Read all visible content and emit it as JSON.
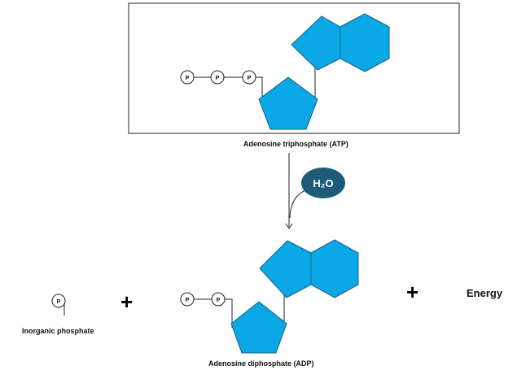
{
  "phosphate_symbol": "P",
  "water": "H₂O",
  "labels": {
    "atp": "Adenosine triphosphate (ATP)",
    "adp": "Adenosine diphosphate (ADP)",
    "inorganic_phosphate": "Inorganic phosphate",
    "energy": "Energy"
  },
  "operators": {
    "plus": "+"
  },
  "colors": {
    "ring_fill": "#0aa8e6",
    "ring_stroke": "#1a5e80",
    "water_bubble": "#1d5b78",
    "line": "#222222"
  }
}
